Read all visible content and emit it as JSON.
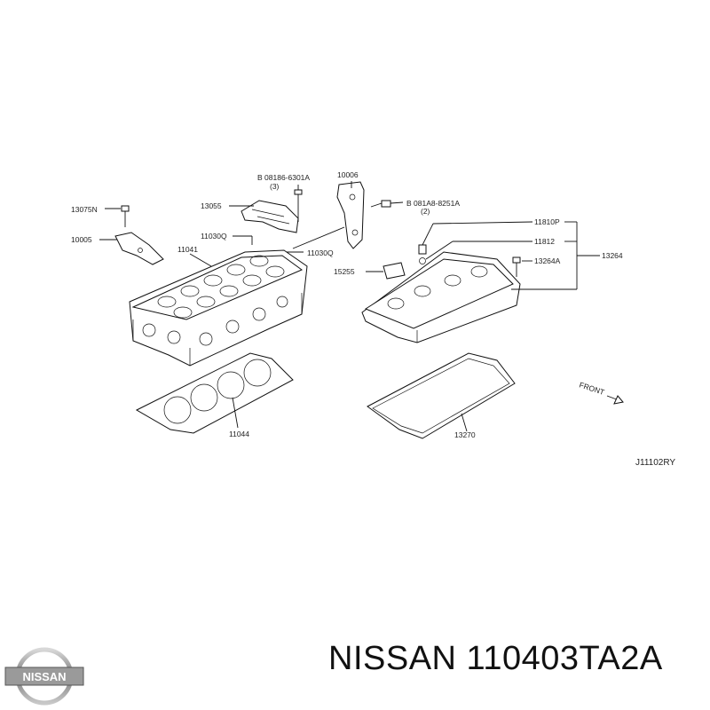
{
  "labels": {
    "p08186": "B 08186-6301A",
    "p08186_qty": "(3)",
    "p10006": "10006",
    "p13075N": "13075N",
    "p13055": "13055",
    "p081A8": "B 081A8-8251A",
    "p081A8_qty": "(2)",
    "p10005": "10005",
    "p11030Q_a": "11030Q",
    "p11030Q_b": "11030Q",
    "p11041": "11041",
    "p11810P": "11810P",
    "p11812": "11812",
    "p13264": "13264",
    "p15255": "15255",
    "p13264A": "13264A",
    "p11044": "11044",
    "p13270": "13270",
    "front": "FRONT",
    "code": "J11102RY"
  },
  "logo": {
    "text": "NISSAN"
  },
  "caption": "NISSAN 110403TA2A"
}
